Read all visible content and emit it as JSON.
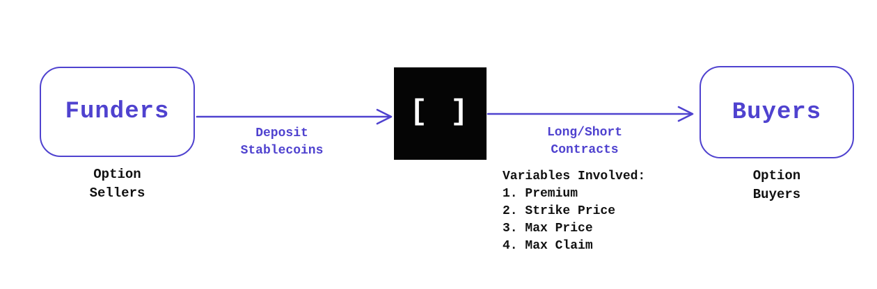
{
  "colors": {
    "accent": "#4f42cf",
    "box_fill": "#050505",
    "text": "#111111"
  },
  "funders": {
    "label": "Funders",
    "sublabel": "Option\nSellers"
  },
  "buyers": {
    "label": "Buyers",
    "sublabel": "Option\nBuyers"
  },
  "protocol": {
    "symbol": "[ ]"
  },
  "edges": {
    "deposit_label": "Deposit\nStablecoins",
    "contracts_label": "Long/Short\nContracts"
  },
  "variables": {
    "title": "Variables Involved:",
    "items": [
      "1. Premium",
      "2. Strike Price",
      "3. Max Price",
      "4. Max Claim"
    ]
  }
}
